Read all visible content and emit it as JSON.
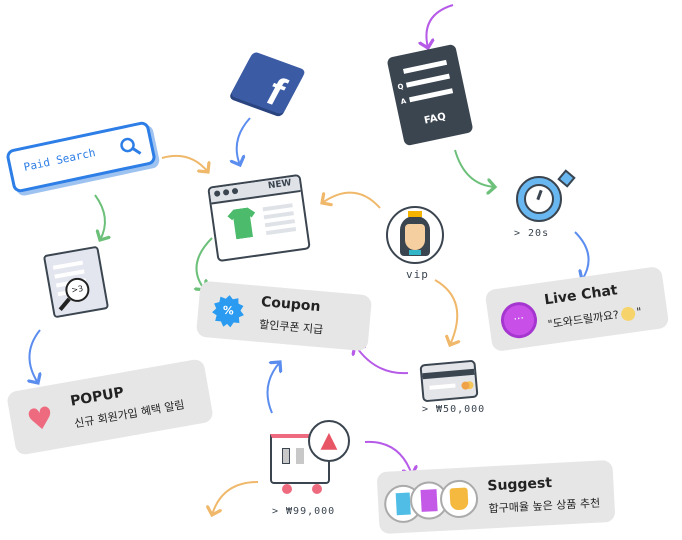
{
  "paid_search": {
    "label": "Paid Search"
  },
  "faq": {
    "label": "FAQ",
    "q": "Q",
    "a": "A"
  },
  "browser": {
    "badge": "NEW"
  },
  "vip": {
    "label": "vip"
  },
  "stopwatch": {
    "caption": "> 20s"
  },
  "live_chat": {
    "title": "Live Chat",
    "subtitle": "\"도와드릴까요?",
    "subtitle_end": "\""
  },
  "coupon": {
    "title": "Coupon",
    "subtitle": "할인쿠폰 지급",
    "badge": "%"
  },
  "credit_card": {
    "caption": "> ₩50,000"
  },
  "document": {
    "badge": ">3"
  },
  "popup": {
    "title": "POPUP",
    "subtitle": "신규 회원가입 혜택 알림"
  },
  "cart": {
    "caption": "> ₩99,000"
  },
  "suggest": {
    "title": "Suggest",
    "subtitle": "합구매율 높은 상품 추천"
  },
  "colors": {
    "blue": "#5b8def",
    "green": "#6cc07a",
    "orange": "#f0b86a",
    "purple": "#b65ae8",
    "grey": "#e6e6e6",
    "dark": "#3b4550"
  }
}
